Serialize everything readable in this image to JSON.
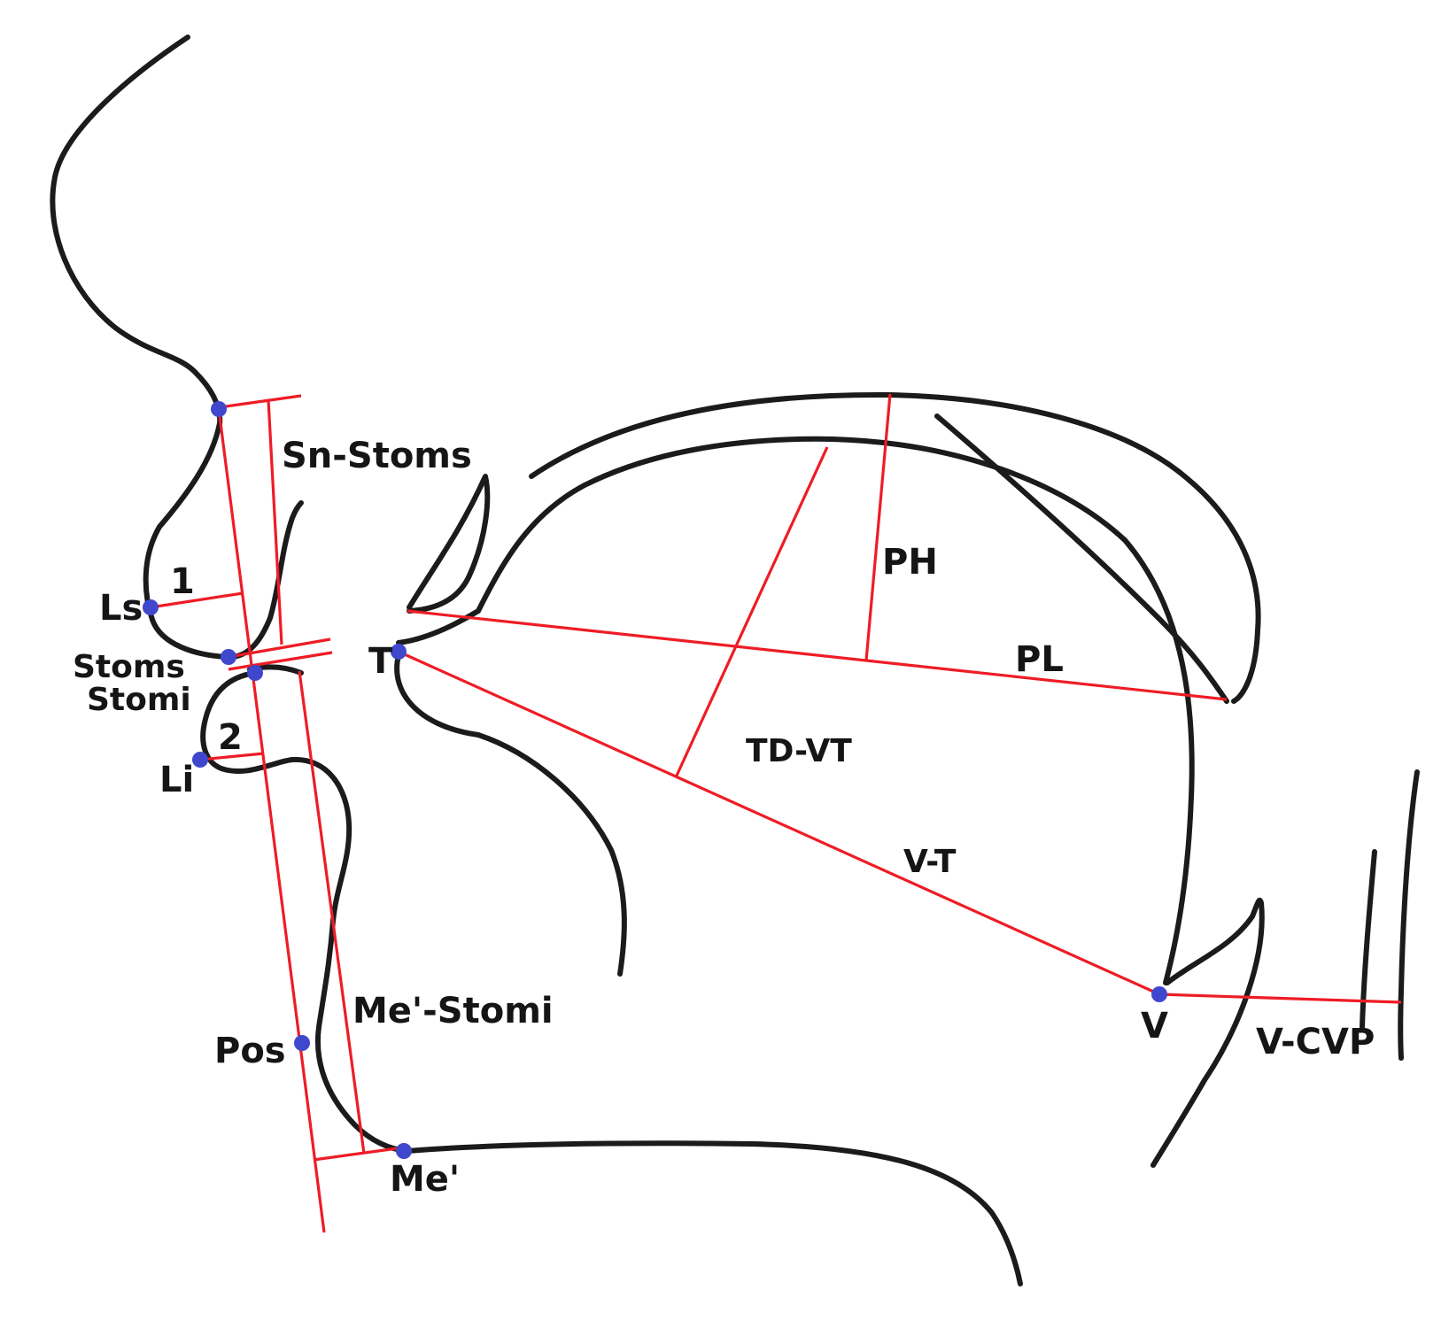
{
  "colors": {
    "background": "#ffffff",
    "contour": "#1b1b1b",
    "measurement_line": "#ee1c25",
    "landmark_point": "#3f48cc",
    "label_text": "#151515"
  },
  "landmarks": {
    "ls": "Ls",
    "stoms": "Stoms",
    "stomi": "Stomi",
    "li": "Li",
    "pos": "Pos",
    "me_prime": "Me'",
    "t": "T",
    "v": "V"
  },
  "measurements": {
    "sn_stoms": "Sn-Stoms",
    "me_stomi": "Me'-Stomi",
    "upper_lip_thickness": "1",
    "lower_lip_thickness": "2",
    "ph": "PH",
    "pl": "PL",
    "td_vt": "TD-VT",
    "v_t": "V-T",
    "v_cvp": "V-CVP"
  }
}
